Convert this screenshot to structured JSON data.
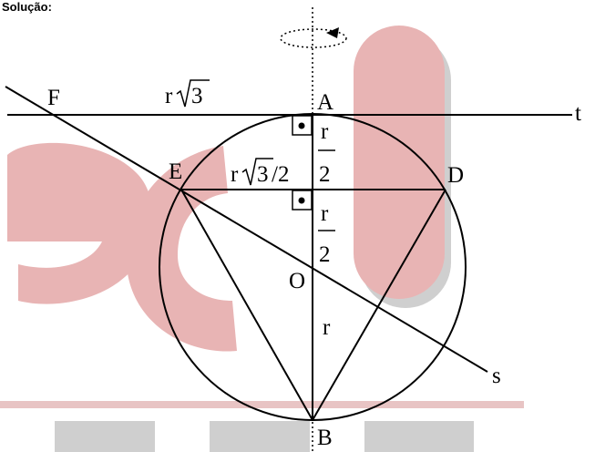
{
  "header": {
    "text": "Solução:"
  },
  "labels": {
    "F": "F",
    "A": "A",
    "t": "t",
    "E": "E",
    "D": "D",
    "O": "O",
    "B": "B",
    "s": "s",
    "r": "r",
    "two": "2",
    "sqrt3": "3",
    "half_denominator": "/2"
  },
  "watermark": {
    "primary_color": "#e8b4b4",
    "shadow_color": "#c8c8c8"
  },
  "icons": {
    "rotation": "rotation-arrow-icon",
    "right_angle": "right-angle-marker-icon"
  }
}
